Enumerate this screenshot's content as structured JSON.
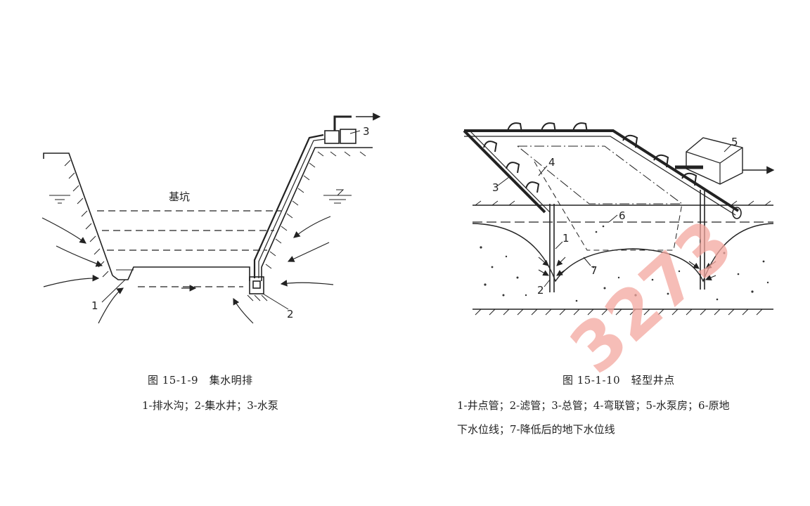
{
  "figure_left": {
    "area_label": "基坑",
    "num_1": "1",
    "num_2": "2",
    "num_3": "3",
    "title": "图 15-1-9　集水明排",
    "legend": "1-排水沟；2-集水井；3-水泵"
  },
  "figure_right": {
    "num_1": "1",
    "num_2": "2",
    "num_3": "3",
    "num_4": "4",
    "num_5": "5",
    "num_6": "6",
    "num_7": "7",
    "title": "图 15-1-10　轻型井点",
    "legend_line1": "1-井点管；2-滤管；3-总管；4-弯联管；5-水泵房；6-原地",
    "legend_line2": "下水位线；7-降低后的地下水位线"
  },
  "watermark": {
    "text": "3273",
    "color": "#f3a79f"
  }
}
